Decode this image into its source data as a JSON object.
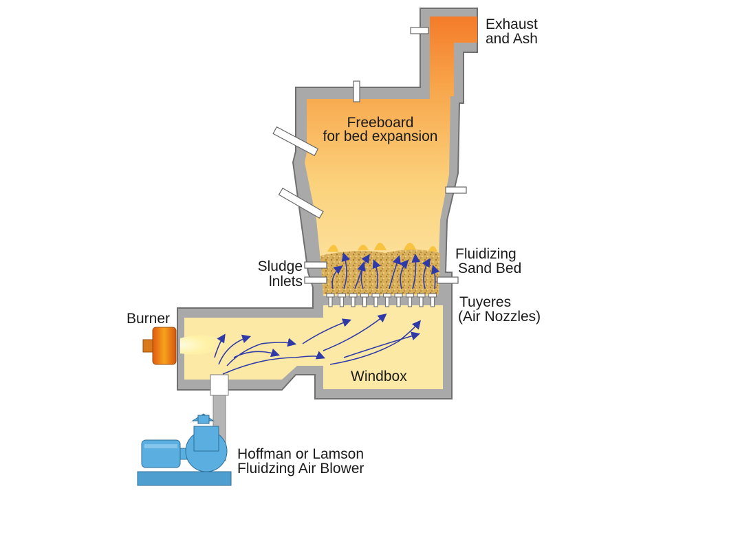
{
  "labels": {
    "exhaust_line1": "Exhaust",
    "exhaust_line2": "and Ash",
    "freeboard_line1": "Freeboard",
    "freeboard_line2": "for bed expansion",
    "fluidizing_line1": "Fluidizing",
    "fluidizing_line2": "Sand Bed",
    "sludge_line1": "Sludge",
    "sludge_line2": "lnlets",
    "tuyeres_line1": "Tuyeres",
    "tuyeres_line2": "(Air Nozzles)",
    "burner": "Burner",
    "windbox": "Windbox",
    "blower_line1": "Hoffman or Lamson",
    "blower_line2": "Fluidzing Air Blower"
  },
  "colors": {
    "wall": "#a9a9a9",
    "wall_outline": "#6f6f6f",
    "chamber_top": "#f7893a",
    "chamber_bottom": "#fbe3a0",
    "windbox_fill": "#fde9a6",
    "sand": "#c9a24a",
    "flame": "#fbc02d",
    "arrow": "#2f3aa8",
    "burner": "#f18a1b",
    "blower": "#5aaee0",
    "pipe": "#b5b5b5"
  }
}
